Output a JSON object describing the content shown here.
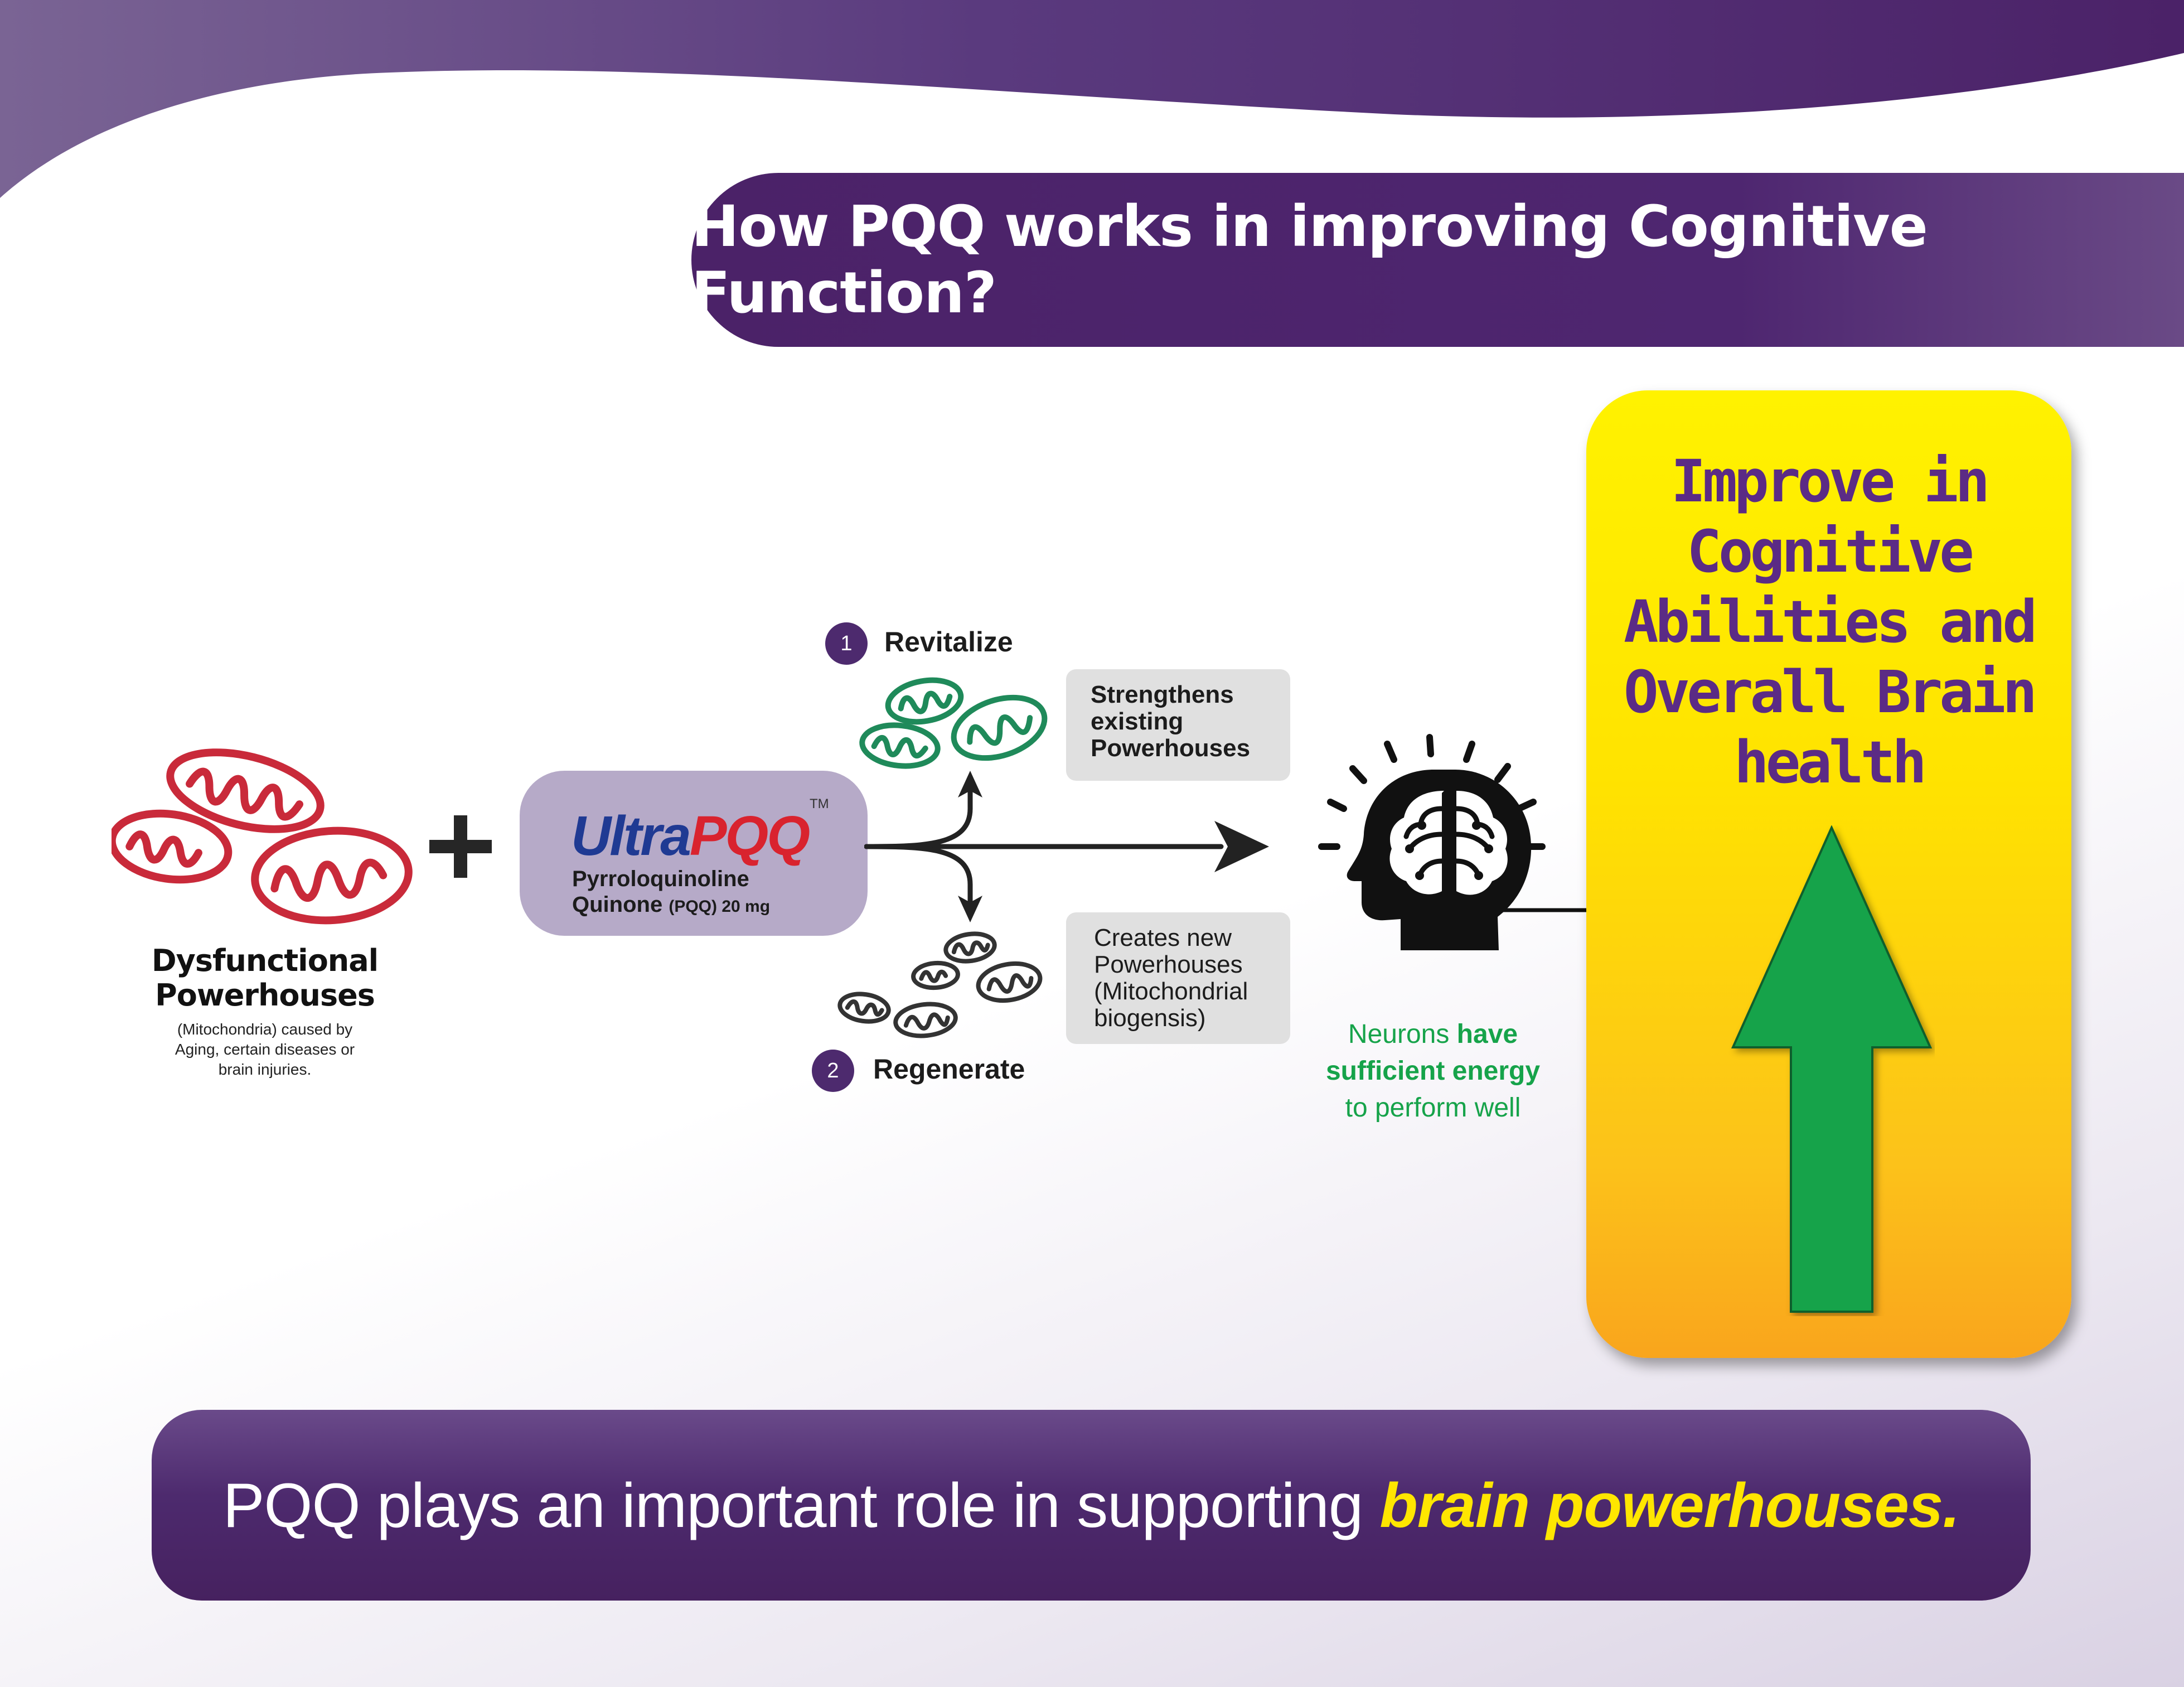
{
  "colors": {
    "purple": "#4b2268",
    "yellow_top": "#fff200",
    "yellow_bottom": "#f9a51c",
    "green_arrow": "#16a34a",
    "red_mito": "#c92a3a",
    "green_mito": "#1f8a5a"
  },
  "header": {
    "title": "How PQQ works in improving Cognitive Function?"
  },
  "dysfunctional": {
    "title": "Dysfunctional\nPowerhouses",
    "subtitle": "(Mitochondria) caused by\nAging, certain diseases or\nbrain injuries.",
    "icon": "red-mitochondria-icon"
  },
  "plus": "+",
  "product": {
    "brand_a": "Ultra",
    "brand_b": "PQQ",
    "trademark": "TM",
    "line1": "Pyrroloquinoline",
    "line2_main": "Quinone",
    "line2_small": "(PQQ) 20 mg"
  },
  "steps": [
    {
      "number": "1",
      "label": "Revitalize",
      "box_text": "Strengthens\nexisting\nPowerhouses"
    },
    {
      "number": "2",
      "label": "Regenerate",
      "box_text": "Creates new\nPowerhouses\n(Mitochondrial\nbiogensis)"
    }
  ],
  "neurons": {
    "part1": "Neurons ",
    "part2_bold": "have\nsufficient energy",
    "part3": "\nto perform well"
  },
  "result": {
    "title": "Improve in\nCognitive\nAbilities and\nOverall Brain\nhealth"
  },
  "footer": {
    "text_plain": "PQQ plays an important role in supporting ",
    "text_emphasis": "brain powerhouses."
  }
}
